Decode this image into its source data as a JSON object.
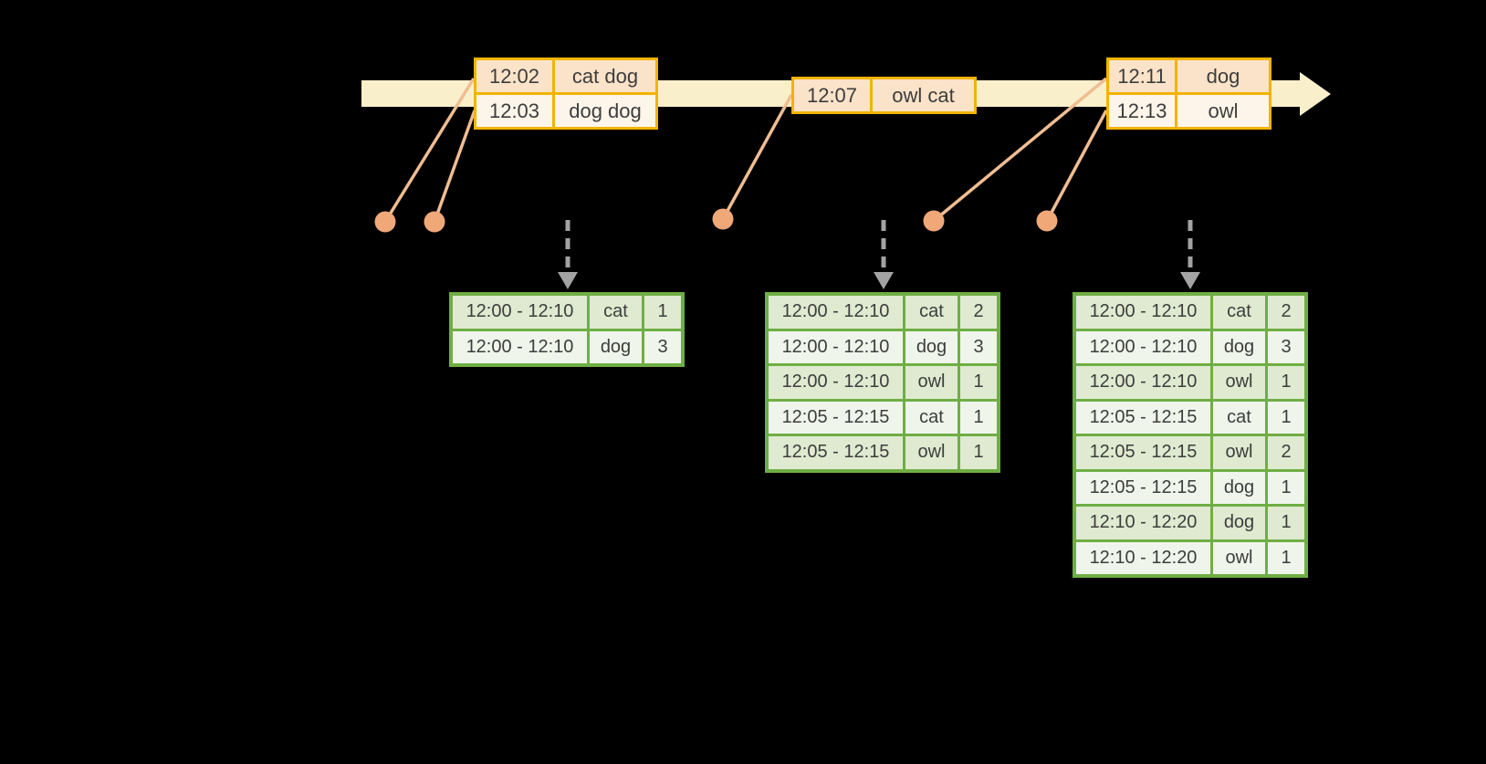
{
  "diagram": {
    "description": "Streaming windowed word counts over event-time",
    "icons": {
      "timeline": "timeline-arrow",
      "timeline_head": "timeline-arrowhead-icon",
      "event_marker": "event-dot-icon",
      "trigger": "trigger-arrow-icon"
    },
    "colors": {
      "background": "#000000",
      "timeline_band": "#faefcb",
      "event_table_border": "#f2b301",
      "event_row_dark": "#fae3c8",
      "event_row_light": "#fdf5e9",
      "connector_line": "#f0bd92",
      "event_dot": "#f0a878",
      "trigger_arrow": "#a3a3a3",
      "result_table_border": "#6fae44",
      "result_row_dark": "#dfead0",
      "result_row_light": "#eff5ea",
      "text": "#3d3d3d"
    }
  },
  "event_tables": [
    {
      "rows": [
        {
          "time": "12:02",
          "words": "cat dog"
        },
        {
          "time": "12:03",
          "words": "dog dog"
        }
      ]
    },
    {
      "rows": [
        {
          "time": "12:07",
          "words": "owl cat"
        }
      ]
    },
    {
      "rows": [
        {
          "time": "12:11",
          "words": "dog"
        },
        {
          "time": "12:13",
          "words": "owl"
        }
      ]
    }
  ],
  "result_tables": [
    {
      "rows": [
        {
          "window": "12:00 - 12:10",
          "word": "cat",
          "count": 1
        },
        {
          "window": "12:00 - 12:10",
          "word": "dog",
          "count": 3
        }
      ]
    },
    {
      "rows": [
        {
          "window": "12:00 - 12:10",
          "word": "cat",
          "count": 2
        },
        {
          "window": "12:00 - 12:10",
          "word": "dog",
          "count": 3
        },
        {
          "window": "12:00 - 12:10",
          "word": "owl",
          "count": 1
        },
        {
          "window": "12:05 - 12:15",
          "word": "cat",
          "count": 1
        },
        {
          "window": "12:05 - 12:15",
          "word": "owl",
          "count": 1
        }
      ]
    },
    {
      "rows": [
        {
          "window": "12:00 - 12:10",
          "word": "cat",
          "count": 2
        },
        {
          "window": "12:00 - 12:10",
          "word": "dog",
          "count": 3
        },
        {
          "window": "12:00 - 12:10",
          "word": "owl",
          "count": 1
        },
        {
          "window": "12:05 - 12:15",
          "word": "cat",
          "count": 1
        },
        {
          "window": "12:05 - 12:15",
          "word": "owl",
          "count": 2
        },
        {
          "window": "12:05 - 12:15",
          "word": "dog",
          "count": 1
        },
        {
          "window": "12:10 - 12:20",
          "word": "dog",
          "count": 1
        },
        {
          "window": "12:10 - 12:20",
          "word": "owl",
          "count": 1
        }
      ]
    }
  ]
}
